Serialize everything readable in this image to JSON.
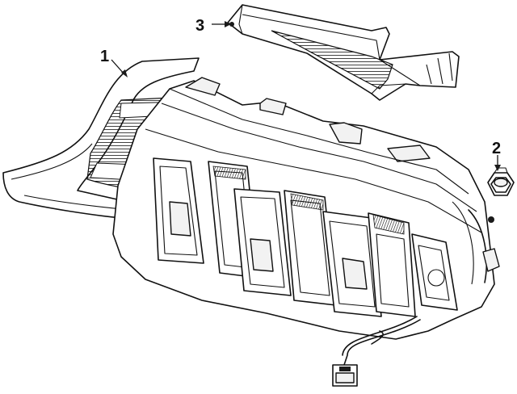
{
  "diagram": {
    "callouts": [
      {
        "id": "1",
        "label": "1"
      },
      {
        "id": "2",
        "label": "2"
      },
      {
        "id": "3",
        "label": "3"
      }
    ],
    "parts": [
      {
        "callout": "1",
        "icon": "tail-lamp-assembly-icon"
      },
      {
        "callout": "2",
        "icon": "nut-icon"
      },
      {
        "callout": "3",
        "icon": "lamp-seal-bracket-icon"
      }
    ]
  }
}
